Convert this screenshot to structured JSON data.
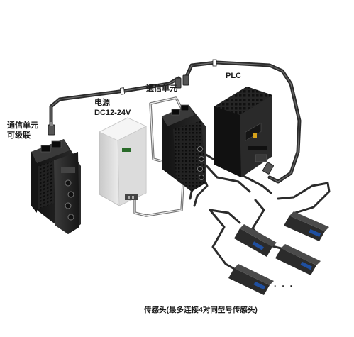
{
  "labels": {
    "cascade_unit_line1": "通信单元",
    "cascade_unit_line2": "可级联",
    "power_line1": "电源",
    "power_line2": "DC12-24V",
    "comm_unit": "通信单元",
    "plc": "PLC",
    "sensor_heads_note": "传感头(最多连接4对同型号传感头)",
    "ellipsis": "· · ·"
  },
  "colors": {
    "cable": "#2b2b2b",
    "cable_highlight": "#6a6a6a",
    "device_dark": "#1e1e1e",
    "device_mid": "#3a3a3a",
    "power_supply": "#e6e6e6",
    "sensor_accent": "#1f4fa0",
    "label_text": "#1a1a1a"
  },
  "icons": {
    "cascade_unit": "comm-unit-device",
    "power_supply": "din-rail-power-supply",
    "comm_unit": "comm-unit-device",
    "plc": "plc-controller",
    "sensor": "sensor-head"
  }
}
